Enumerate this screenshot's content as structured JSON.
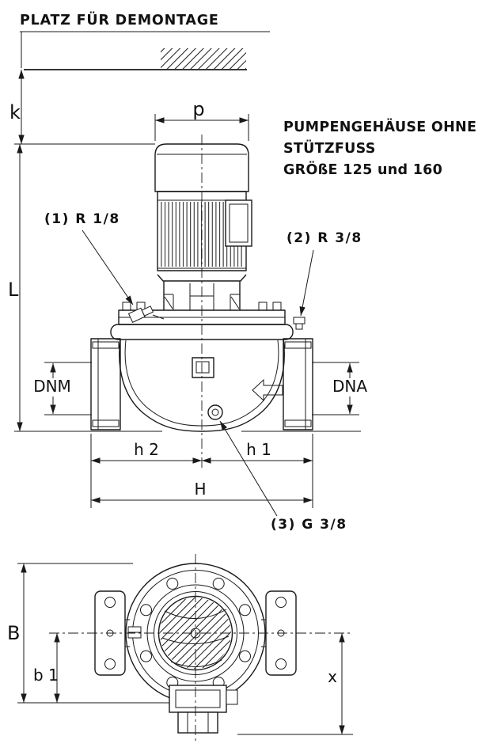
{
  "drawing": {
    "title": "PLATZ FÜR DEMONTAGE",
    "note_line1": "PUMPENGEHÄUSE OHNE",
    "note_line2": "STÜTZFUSS",
    "note_line3": "GRÖßE 125 und 160",
    "callout_1": "(1) R 1/8",
    "callout_2": "(2) R 3/8",
    "callout_3": "(3) G 3/8",
    "dim_k": "k",
    "dim_p": "p",
    "dim_L": "L",
    "dim_dnm": "DNM",
    "dim_dna": "DNA",
    "dim_h2": "h 2",
    "dim_h1": "h 1",
    "dim_H": "H",
    "dim_B": "B",
    "dim_b1": "b 1",
    "dim_x": "x"
  },
  "colors": {
    "ink": "#1a1a1a",
    "paper": "#ffffff"
  }
}
